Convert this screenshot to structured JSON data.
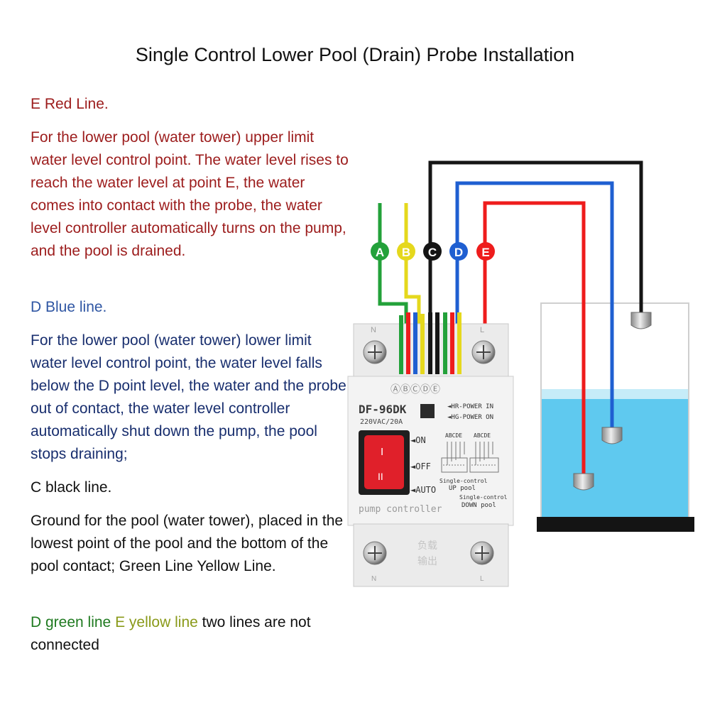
{
  "title": "Single Control Lower Pool (Drain) Probe Installation",
  "colors": {
    "red": "#ee1c1c",
    "blue": "#1f5fd1",
    "black": "#151515",
    "green": "#23a13a",
    "yellow": "#e5d81d",
    "text_red": "#9c1c1c",
    "text_blue": "#2f56a3",
    "text_navy": "#182e6e",
    "text_green": "#1f7a20",
    "text_olive": "#8a9a1a",
    "water": "#5fc9ef"
  },
  "text": {
    "e_heading": "E Red Line.",
    "e_body": "For the lower pool (water tower) upper limit water level control point. The water level rises to reach the water level at point E, the water comes into contact with the probe, the water level controller automatically turns on the pump, and the pool is drained.",
    "d_heading": "D Blue line.",
    "d_body": "For the lower pool (water tower) lower limit water level control point, the water level falls below the D point level, the water and the probe out of contact, the water level controller automatically shut down the pump, the pool stops draining;",
    "c_heading": "C black line.",
    "c_body": "Ground for the pool (water tower), placed in the lowest point of the pool and the bottom of the pool contact; Green Line Yellow Line.",
    "note_green": "D green line",
    "note_yellow": "E yellow line",
    "note_rest": " two lines are not connected"
  },
  "wire_labels": [
    "A",
    "B",
    "C",
    "D",
    "E"
  ],
  "device": {
    "model": "DF-96DK",
    "rating": "220VAC/20A",
    "terminal_letters": "ⒶⒷⒸⒹⒺ",
    "indicator_hr": "◄HR-POWER IN",
    "indicator_hg": "◄HG-POWER ON",
    "mode_on": "◄ON",
    "mode_off": "◄OFF",
    "mode_auto": "◄AUTO",
    "switch_top": "I",
    "switch_bottom": "II",
    "diagram_letters_1": "ABCDE",
    "diagram_letters_2": "ABCDE",
    "single_up_1": "Single-control",
    "single_up_2": "UP pool",
    "single_down_1": "Single-control",
    "single_down_2": "DOWN pool",
    "brand": "pump controller",
    "load_label_1": "负载",
    "load_label_2": "输出",
    "terminal_n": "N",
    "terminal_l": "L"
  }
}
